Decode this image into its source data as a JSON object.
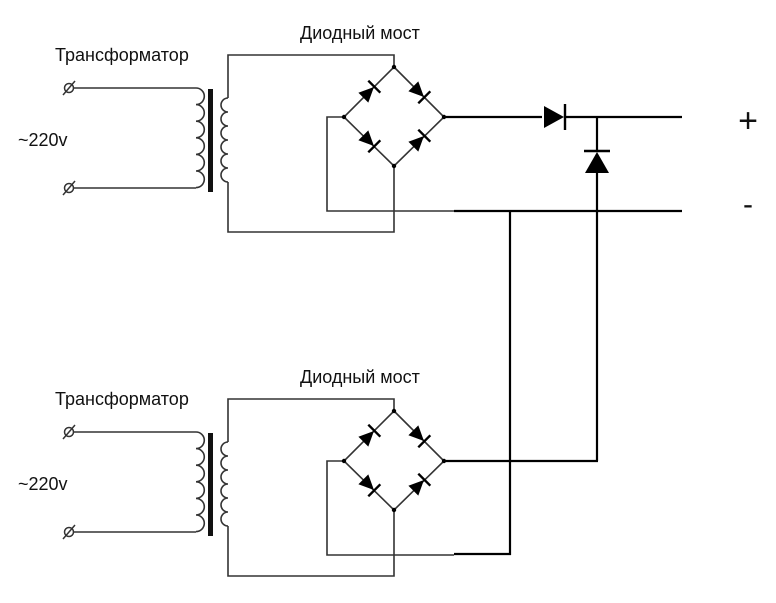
{
  "title": "Два трансформатора с диодными мостами",
  "blocks": [
    {
      "transformer_label": "Трансформатор",
      "bridge_label": "Диодный мост",
      "input_label": "~220v",
      "terminal_symbol": "⌀"
    },
    {
      "transformer_label": "Трансформатор",
      "bridge_label": "Диодный мост",
      "input_label": "~220v",
      "terminal_symbol": "⌀"
    }
  ],
  "output": {
    "plus_label": "+",
    "minus_label": "-"
  },
  "colors": {
    "wire": "#333333",
    "output_wire": "#000000",
    "background": "#ffffff"
  }
}
